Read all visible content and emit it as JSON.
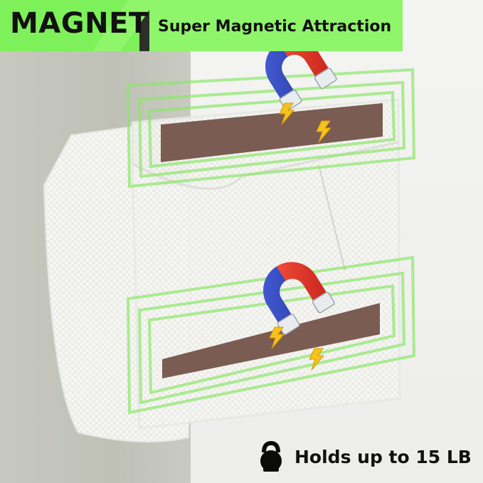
{
  "banner": {
    "title": "MAGNET",
    "tagline": "Super Magnetic Attraction",
    "accent_color": "#8ff56a"
  },
  "footer": {
    "capacity_text": "Holds up to 15 LB",
    "icon": "kettlebell-icon"
  },
  "illustration": {
    "magnet_icon": "horseshoe-magnet-icon",
    "bolt_icon": "lightning-bolt-icon",
    "strip_color": "#7a5c52",
    "glow_color": "#7de85c"
  }
}
